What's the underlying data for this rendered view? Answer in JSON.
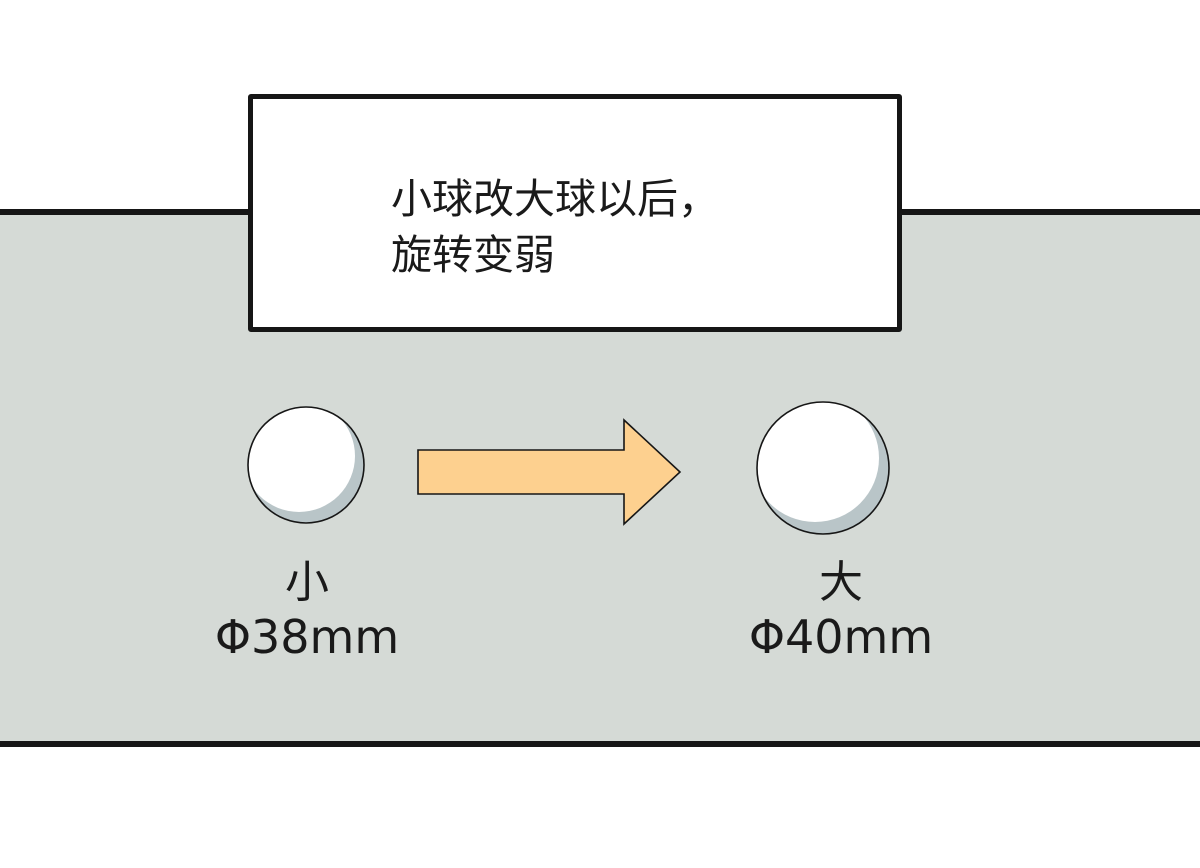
{
  "caption": {
    "line1": "小球改大球以后，",
    "line2": "旋转变弱"
  },
  "balls": [
    {
      "size_label": "小",
      "diameter": "Φ38mm"
    },
    {
      "size_label": "大",
      "diameter": "Φ40mm"
    }
  ],
  "colors": {
    "panel_background": "#d5dad6",
    "border": "#161616",
    "arrow_fill": "#fdd08f",
    "ball_shadow": "#b9c5c8"
  },
  "icons": {
    "arrow": "right-arrow-icon",
    "ball": "ball-icon"
  }
}
